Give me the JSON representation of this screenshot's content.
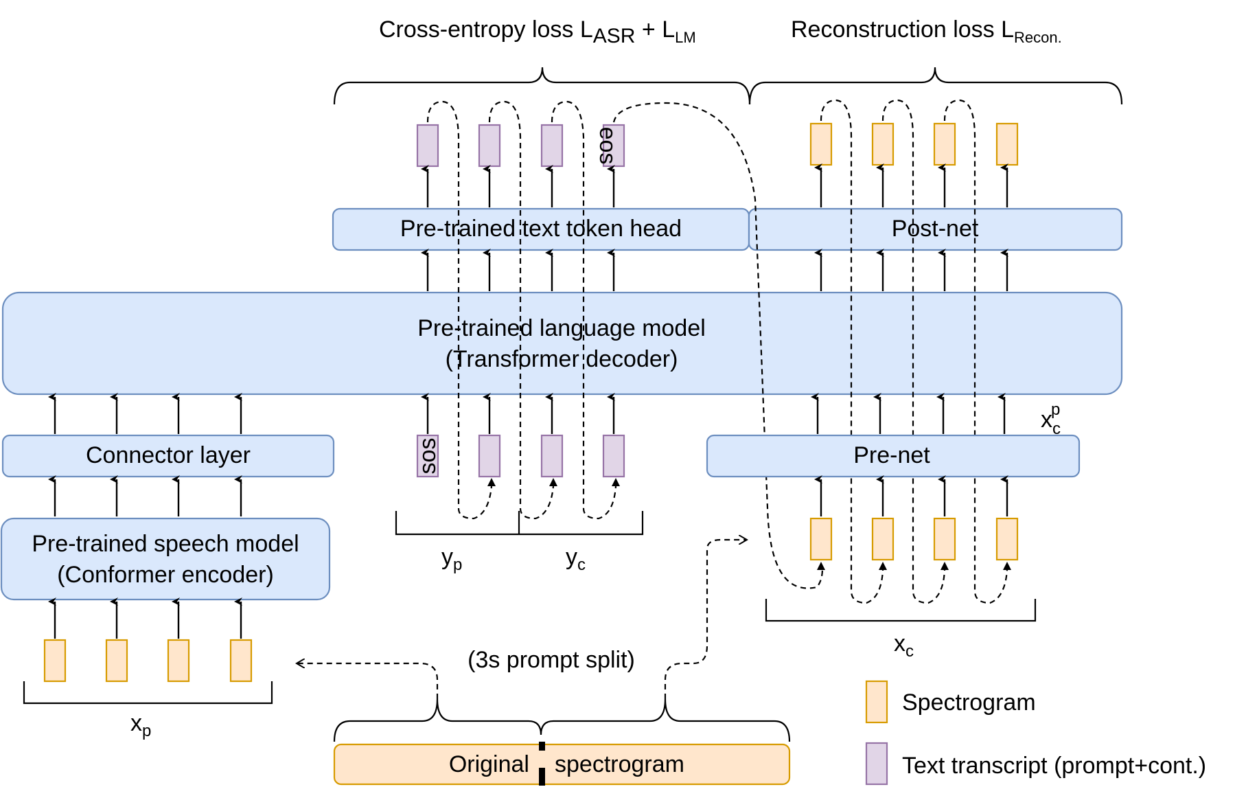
{
  "top_labels": {
    "ce_loss_main": "Cross-entropy loss L",
    "ce_loss_sub1": "ASR",
    "ce_loss_plus": " + L",
    "ce_loss_sub2": "LM",
    "recon_loss_main": "Reconstruction loss L",
    "recon_loss_sub": "Recon."
  },
  "blocks": {
    "text_head": "Pre-trained text token head",
    "post_net": "Post-net",
    "lm_line1": "Pre-trained language model",
    "lm_line2": "(Transformer decoder)",
    "connector": "Connector layer",
    "pre_net": "Pre-net",
    "speech_line1": "Pre-trained speech model",
    "speech_line2": "(Conformer encoder)",
    "original_left": "Original",
    "original_right": "spectrogram"
  },
  "tokens": {
    "eos": "eos",
    "sos": "sos"
  },
  "variables": {
    "yp_base": "y",
    "yp_sub": "p",
    "yc_base": "y",
    "yc_sub": "c",
    "xp_base": "x",
    "xp_sub": "p",
    "xc_base": "x",
    "xc_sub": "c",
    "xcp_base": "x",
    "xcp_sub": "c",
    "xcp_sup": "p"
  },
  "split_label": "(3s prompt split)",
  "legend": {
    "spectrogram": "Spectrogram",
    "text": "Text transcript (prompt+cont.)"
  },
  "colors": {
    "block_fill": "#dae8fc",
    "block_stroke": "#6c8ebf",
    "spectrogram_fill": "#ffe6cc",
    "spectrogram_stroke": "#d79b00",
    "text_fill": "#e1d5e7",
    "text_stroke": "#9673a6"
  }
}
